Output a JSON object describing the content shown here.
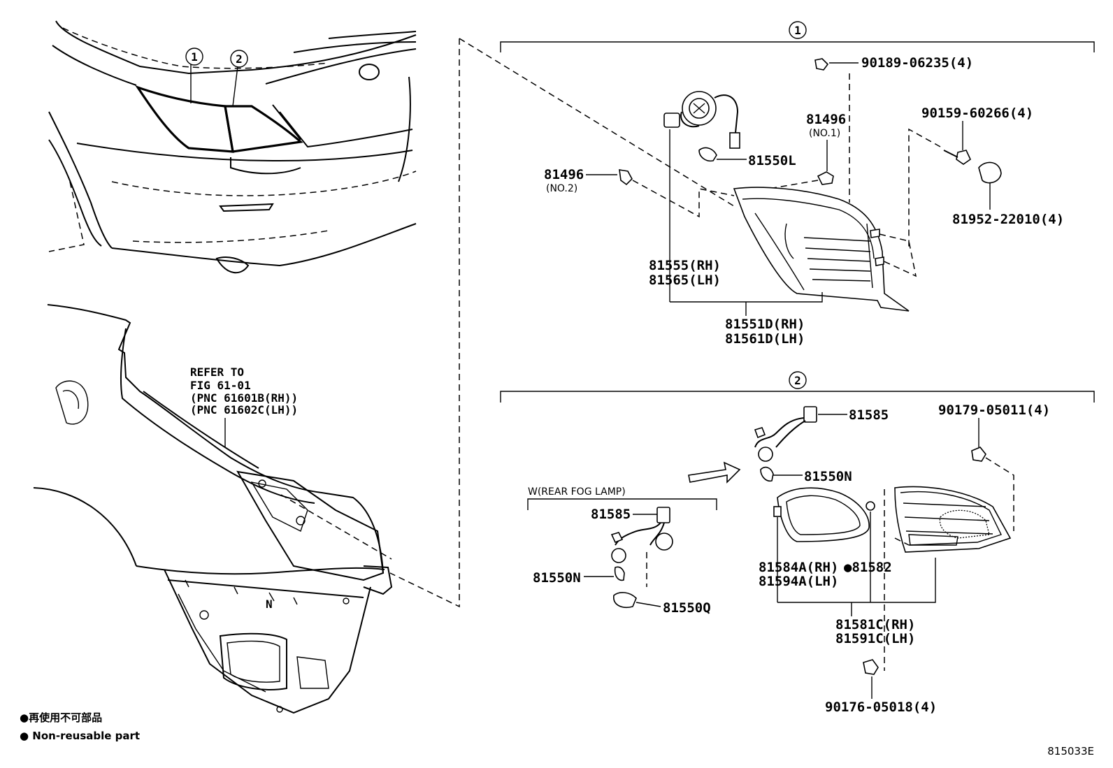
{
  "diagram_id": "815033E",
  "callouts": {
    "one": "1",
    "two": "2"
  },
  "group1": {
    "p_90189": "90189-06235(4)",
    "p_90159": "90159-60266(4)",
    "p_81952": "81952-22010(4)",
    "p_81496_no1": "81496",
    "p_81496_no1_sub": "(NO.1)",
    "p_81496_no2": "81496",
    "p_81496_no2_sub": "(NO.2)",
    "p_81550L": "81550L",
    "p_81555": "81555(RH)",
    "p_81565": "81565(LH)",
    "p_81551D": "81551D(RH)",
    "p_81561D": "81561D(LH)"
  },
  "group2": {
    "p_81585": "81585",
    "p_90179": "90179-05011(4)",
    "p_81550N": "81550N",
    "p_81584A": "81584A(RH)",
    "p_81594A": "81594A(LH)",
    "p_81582": "●81582",
    "p_81581C": "81581C(RH)",
    "p_81591C": "81591C(LH)",
    "p_90176": "90176-05018(4)"
  },
  "fog": {
    "title": "W(REAR FOG LAMP)",
    "p_81585": "81585",
    "p_81550N": "81550N",
    "p_81550Q": "81550Q"
  },
  "refer": {
    "line1": "REFER TO",
    "line2": "FIG 61-01",
    "line3": "(PNC 61601B(RH))",
    "line4": "(PNC 61602C(LH))"
  },
  "legend": {
    "jp": "●再使用不可部品",
    "en": "● Non-reusable part"
  }
}
